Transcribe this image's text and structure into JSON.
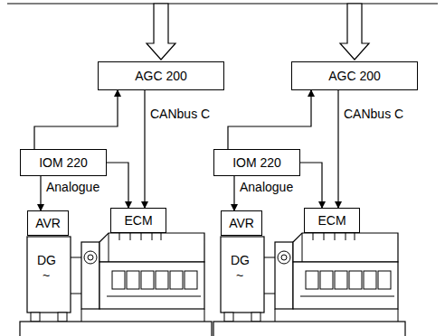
{
  "diagram": {
    "nodes": [
      {
        "text": [
          "AGC 200"
        ]
      },
      {
        "text": [
          "AGC 200"
        ]
      },
      {
        "text": [
          "IOM 220"
        ]
      },
      {
        "text": [
          "IOM 220"
        ]
      },
      {
        "text": [
          "AVR"
        ]
      },
      {
        "text": [
          "ECM"
        ]
      },
      {
        "text": [
          "AVR"
        ]
      },
      {
        "text": [
          "ECM"
        ]
      }
    ],
    "edges": [
      {
        "from": 2,
        "to": 0,
        "arrow": "to"
      },
      {
        "from": 0,
        "to": 5,
        "arrow": "to"
      },
      {
        "from": 2,
        "to": 4,
        "label": "Analogue",
        "arrow": "to"
      },
      {
        "from": 2,
        "to": 5,
        "arrow": "to"
      },
      {
        "from": 3,
        "to": 1,
        "arrow": "to"
      },
      {
        "from": 1,
        "to": 7,
        "arrow": "to"
      },
      {
        "from": 3,
        "to": 6,
        "label": "Analogue",
        "arrow": "to"
      },
      {
        "from": 3,
        "to": 7,
        "arrow": "to"
      }
    ],
    "labels": [
      "CANbus C",
      "CANbus C",
      "DG",
      "~",
      "DG",
      "~"
    ]
  }
}
